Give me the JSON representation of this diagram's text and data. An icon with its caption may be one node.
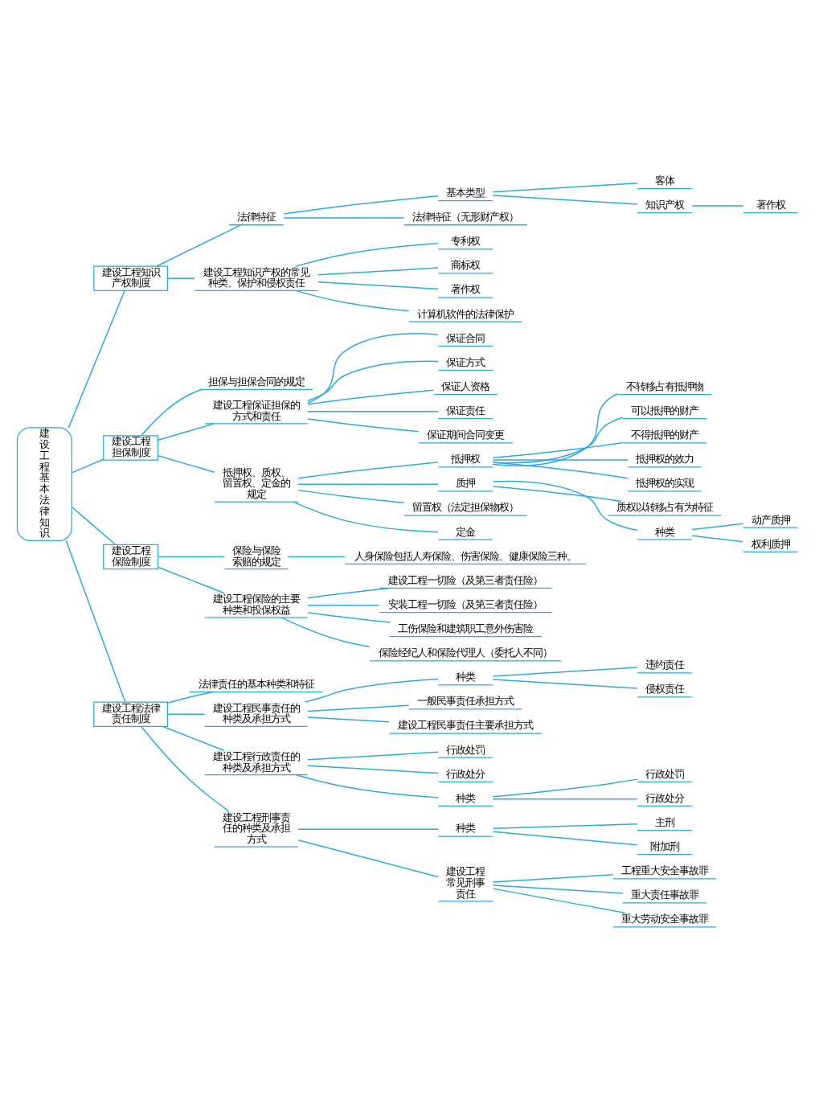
{
  "diagram": {
    "nodes": [
      {
        "text": [
          "建设工程基本法律知识"
        ]
      },
      {
        "text": [
          "建设工程知识产权制度"
        ]
      },
      {
        "text": [
          "法律特征"
        ]
      },
      {
        "text": [
          "基本类型"
        ]
      },
      {
        "text": [
          "客体"
        ]
      },
      {
        "text": [
          "知识产权"
        ]
      },
      {
        "text": [
          "著作权"
        ]
      },
      {
        "text": [
          "法律特征（无形财产权）"
        ]
      },
      {
        "text": [
          "建设工程知识产权的常见种类、保护和侵权责任"
        ]
      },
      {
        "text": [
          "专利权"
        ]
      },
      {
        "text": [
          "商标权"
        ]
      },
      {
        "text": [
          "著作权"
        ]
      },
      {
        "text": [
          "计算机软件的法律保护"
        ]
      },
      {
        "text": [
          "建设工程担保制度"
        ]
      },
      {
        "text": [
          "担保与担保合同的规定"
        ]
      },
      {
        "text": [
          "建设工程保证担保的方式和责任"
        ]
      },
      {
        "text": [
          "保证合同"
        ]
      },
      {
        "text": [
          "保证方式"
        ]
      },
      {
        "text": [
          "保证人资格"
        ]
      },
      {
        "text": [
          "保证责任"
        ]
      },
      {
        "text": [
          "保证期间合同变更"
        ]
      },
      {
        "text": [
          "抵押权、质权、留置权、定金的规定"
        ]
      },
      {
        "text": [
          "抵押权"
        ]
      },
      {
        "text": [
          "不转移占有抵押物"
        ]
      },
      {
        "text": [
          "可以抵押的财产"
        ]
      },
      {
        "text": [
          "不得抵押的财产"
        ]
      },
      {
        "text": [
          "抵押权的效力"
        ]
      },
      {
        "text": [
          "抵押权的实现"
        ]
      },
      {
        "text": [
          "质押"
        ]
      },
      {
        "text": [
          "质权以转移占有为特征"
        ]
      },
      {
        "text": [
          "种类"
        ]
      },
      {
        "text": [
          "动产质押"
        ]
      },
      {
        "text": [
          "权利质押"
        ]
      },
      {
        "text": [
          "留置权（法定担保物权）"
        ]
      },
      {
        "text": [
          "定金"
        ]
      },
      {
        "text": [
          "建设工程保险制度"
        ]
      },
      {
        "text": [
          "保险与保险索赔的规定"
        ]
      },
      {
        "text": [
          "人身保险包括人寿保险、伤害保险、健康保险三种。"
        ]
      },
      {
        "text": [
          "建设工程保险的主要种类和投保权益"
        ]
      },
      {
        "text": [
          "建设工程一切险（及第三者责任险）"
        ]
      },
      {
        "text": [
          "安装工程一切险（及第三者责任险）"
        ]
      },
      {
        "text": [
          "工伤保险和建筑职工意外伤害险"
        ]
      },
      {
        "text": [
          "保险经纪人和保险代理人（委托人不同）"
        ]
      },
      {
        "text": [
          "建设工程法律责任制度"
        ]
      },
      {
        "text": [
          "法律责任的基本种类和特征"
        ]
      },
      {
        "text": [
          "建设工程民事责任的种类及承担方式"
        ]
      },
      {
        "text": [
          "种类"
        ]
      },
      {
        "text": [
          "违约责任"
        ]
      },
      {
        "text": [
          "侵权责任"
        ]
      },
      {
        "text": [
          "一般民事责任承担方式"
        ]
      },
      {
        "text": [
          "建设工程民事责任主要承担方式"
        ]
      },
      {
        "text": [
          "建设工程行政责任的种类及承担方式"
        ]
      },
      {
        "text": [
          "行政处罚"
        ]
      },
      {
        "text": [
          "行政处分"
        ]
      },
      {
        "text": [
          "种类"
        ]
      },
      {
        "text": [
          "行政处罚"
        ]
      },
      {
        "text": [
          "行政处分"
        ]
      },
      {
        "text": [
          "建设工程刑事责任的种类及承担方式"
        ]
      },
      {
        "text": [
          "种类"
        ]
      },
      {
        "text": [
          "主刑"
        ]
      },
      {
        "text": [
          "附加刑"
        ]
      },
      {
        "text": [
          "建设工程常见刑事责任"
        ]
      },
      {
        "text": [
          "工程重大安全事故罪"
        ]
      },
      {
        "text": [
          "重大责任事故罪"
        ]
      },
      {
        "text": [
          "重大劳动安全事故罪"
        ]
      }
    ],
    "edges": [
      {
        "from": 0,
        "to": 1,
        "arrow": "none"
      },
      {
        "from": 1,
        "to": 2,
        "arrow": "none"
      },
      {
        "from": 2,
        "to": 3,
        "arrow": "none"
      },
      {
        "from": 3,
        "to": 4,
        "arrow": "none"
      },
      {
        "from": 3,
        "to": 5,
        "arrow": "none"
      },
      {
        "from": 5,
        "to": 6,
        "arrow": "none"
      },
      {
        "from": 2,
        "to": 7,
        "arrow": "none"
      },
      {
        "from": 1,
        "to": 8,
        "arrow": "none"
      },
      {
        "from": 8,
        "to": 9,
        "arrow": "none"
      },
      {
        "from": 8,
        "to": 10,
        "arrow": "none"
      },
      {
        "from": 8,
        "to": 11,
        "arrow": "none"
      },
      {
        "from": 8,
        "to": 12,
        "arrow": "none"
      },
      {
        "from": 0,
        "to": 13,
        "arrow": "none"
      },
      {
        "from": 13,
        "to": 14,
        "arrow": "none"
      },
      {
        "from": 13,
        "to": 15,
        "arrow": "none"
      },
      {
        "from": 15,
        "to": 16,
        "arrow": "none"
      },
      {
        "from": 15,
        "to": 17,
        "arrow": "none"
      },
      {
        "from": 15,
        "to": 18,
        "arrow": "none"
      },
      {
        "from": 15,
        "to": 19,
        "arrow": "none"
      },
      {
        "from": 15,
        "to": 20,
        "arrow": "none"
      },
      {
        "from": 13,
        "to": 21,
        "arrow": "none"
      },
      {
        "from": 21,
        "to": 22,
        "arrow": "none"
      },
      {
        "from": 22,
        "to": 23,
        "arrow": "none"
      },
      {
        "from": 22,
        "to": 24,
        "arrow": "none"
      },
      {
        "from": 22,
        "to": 25,
        "arrow": "none"
      },
      {
        "from": 22,
        "to": 26,
        "arrow": "none"
      },
      {
        "from": 22,
        "to": 27,
        "arrow": "none"
      },
      {
        "from": 21,
        "to": 28,
        "arrow": "none"
      },
      {
        "from": 28,
        "to": 29,
        "arrow": "none"
      },
      {
        "from": 28,
        "to": 30,
        "arrow": "none"
      },
      {
        "from": 30,
        "to": 31,
        "arrow": "none"
      },
      {
        "from": 30,
        "to": 32,
        "arrow": "none"
      },
      {
        "from": 21,
        "to": 33,
        "arrow": "none"
      },
      {
        "from": 21,
        "to": 34,
        "arrow": "none"
      },
      {
        "from": 0,
        "to": 35,
        "arrow": "none"
      },
      {
        "from": 35,
        "to": 36,
        "arrow": "none"
      },
      {
        "from": 36,
        "to": 37,
        "arrow": "none"
      },
      {
        "from": 35,
        "to": 38,
        "arrow": "none"
      },
      {
        "from": 38,
        "to": 39,
        "arrow": "none"
      },
      {
        "from": 38,
        "to": 40,
        "arrow": "none"
      },
      {
        "from": 38,
        "to": 41,
        "arrow": "none"
      },
      {
        "from": 38,
        "to": 42,
        "arrow": "none"
      },
      {
        "from": 0,
        "to": 43,
        "arrow": "none"
      },
      {
        "from": 43,
        "to": 44,
        "arrow": "none"
      },
      {
        "from": 43,
        "to": 45,
        "arrow": "none"
      },
      {
        "from": 45,
        "to": 46,
        "arrow": "none"
      },
      {
        "from": 46,
        "to": 47,
        "arrow": "none"
      },
      {
        "from": 46,
        "to": 48,
        "arrow": "none"
      },
      {
        "from": 45,
        "to": 49,
        "arrow": "none"
      },
      {
        "from": 45,
        "to": 50,
        "arrow": "none"
      },
      {
        "from": 43,
        "to": 51,
        "arrow": "none"
      },
      {
        "from": 51,
        "to": 52,
        "arrow": "none"
      },
      {
        "from": 51,
        "to": 53,
        "arrow": "none"
      },
      {
        "from": 51,
        "to": 54,
        "arrow": "none"
      },
      {
        "from": 54,
        "to": 55,
        "arrow": "none"
      },
      {
        "from": 54,
        "to": 56,
        "arrow": "none"
      },
      {
        "from": 43,
        "to": 57,
        "arrow": "none"
      },
      {
        "from": 57,
        "to": 58,
        "arrow": "none"
      },
      {
        "from": 58,
        "to": 59,
        "arrow": "none"
      },
      {
        "from": 58,
        "to": 60,
        "arrow": "none"
      },
      {
        "from": 57,
        "to": 61,
        "arrow": "none"
      },
      {
        "from": 61,
        "to": 62,
        "arrow": "none"
      },
      {
        "from": 61,
        "to": 63,
        "arrow": "none"
      },
      {
        "from": 61,
        "to": 64,
        "arrow": "none"
      }
    ]
  }
}
